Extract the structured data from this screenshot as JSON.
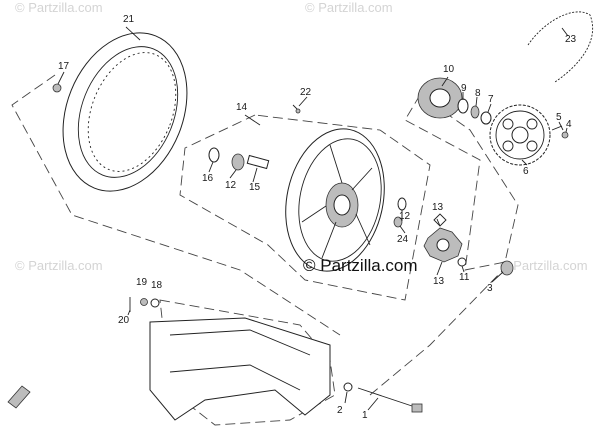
{
  "watermark": {
    "text": "© Partzilla.com",
    "main_text": "© Partzilla.com"
  },
  "callouts": [
    {
      "id": "c1",
      "label": "1"
    },
    {
      "id": "c2",
      "label": "2"
    },
    {
      "id": "c3",
      "label": "3"
    },
    {
      "id": "c4",
      "label": "4"
    },
    {
      "id": "c5",
      "label": "5"
    },
    {
      "id": "c6",
      "label": "6"
    },
    {
      "id": "c7",
      "label": "7"
    },
    {
      "id": "c8",
      "label": "8"
    },
    {
      "id": "c9",
      "label": "9"
    },
    {
      "id": "c10",
      "label": "10"
    },
    {
      "id": "c11",
      "label": "11"
    },
    {
      "id": "c12",
      "label": "12"
    },
    {
      "id": "c13",
      "label": "13"
    },
    {
      "id": "c14",
      "label": "14"
    },
    {
      "id": "c15",
      "label": "15"
    },
    {
      "id": "c16",
      "label": "16"
    },
    {
      "id": "c17",
      "label": "17"
    },
    {
      "id": "c18",
      "label": "18"
    },
    {
      "id": "c19",
      "label": "19"
    },
    {
      "id": "c20",
      "label": "20"
    },
    {
      "id": "c21",
      "label": "21"
    },
    {
      "id": "c22",
      "label": "22"
    },
    {
      "id": "c23",
      "label": "23"
    },
    {
      "id": "c24",
      "label": "24"
    },
    {
      "id": "c12b",
      "label": "12"
    },
    {
      "id": "c13b",
      "label": "13"
    }
  ]
}
